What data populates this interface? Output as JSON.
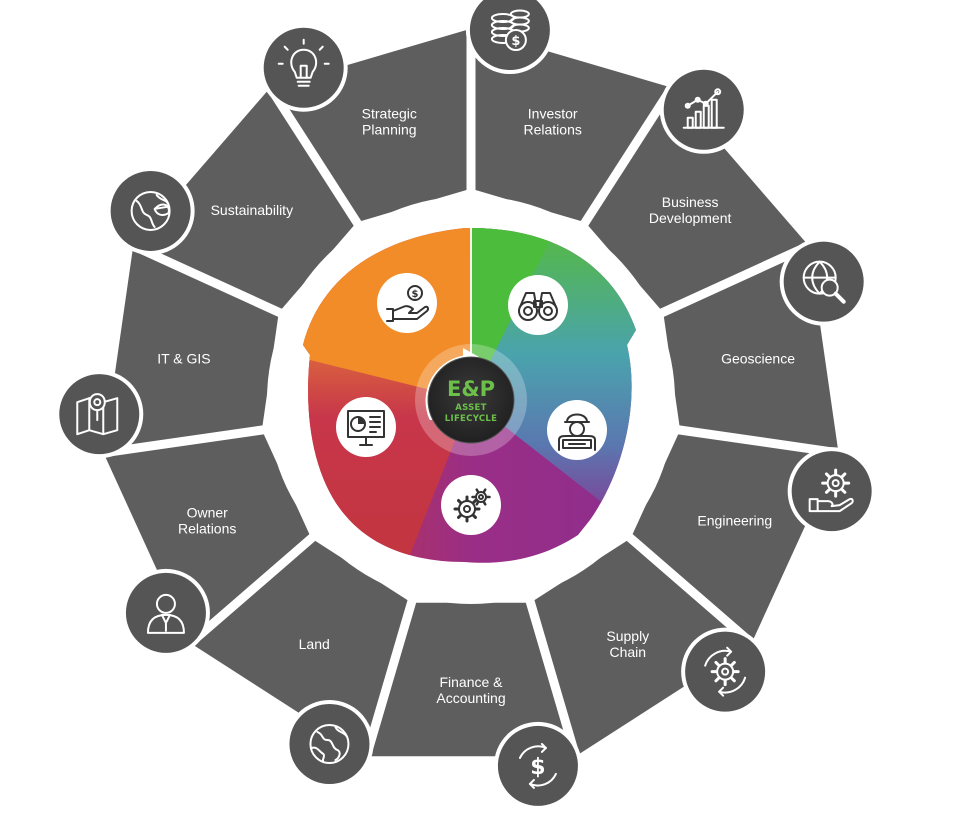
{
  "diagram": {
    "hub": {
      "title": "E&P",
      "subtitle_line1": "ASSET",
      "subtitle_line2": "LIFECYCLE",
      "title_color": "#6cc04a",
      "subtitle_color": "#6cc04a"
    },
    "colors": {
      "segment": "#5e5e5e",
      "badge": "#555555",
      "badge_ring": "#ffffff",
      "inner_orange": "#f28c28",
      "inner_green": "#4cbc3c",
      "inner_teal": "#4aa0b0",
      "inner_purple": "#8e2d8c",
      "inner_red": "#c0353f",
      "hub_dark": "#2b2b2b"
    },
    "segments": [
      {
        "id": "strategic-planning",
        "lines": [
          "Strategic",
          "Planning"
        ],
        "icon": "lightbulb-icon"
      },
      {
        "id": "investor-relations",
        "lines": [
          "Investor",
          "Relations"
        ],
        "icon": "coins-dollar-icon"
      },
      {
        "id": "business-development",
        "lines": [
          "Business",
          "Development"
        ],
        "icon": "bar-chart-growth-icon"
      },
      {
        "id": "geoscience",
        "lines": [
          "Geoscience"
        ],
        "icon": "globe-magnifier-icon"
      },
      {
        "id": "engineering",
        "lines": [
          "Engineering"
        ],
        "icon": "gear-hand-icon"
      },
      {
        "id": "supply-chain",
        "lines": [
          "Supply",
          "Chain"
        ],
        "icon": "gear-cycle-icon"
      },
      {
        "id": "finance-accounting",
        "lines": [
          "Finance &",
          "Accounting"
        ],
        "icon": "dollar-cycle-icon"
      },
      {
        "id": "land",
        "lines": [
          "Land"
        ],
        "icon": "earth-icon"
      },
      {
        "id": "owner-relations",
        "lines": [
          "Owner",
          "Relations"
        ],
        "icon": "person-icon"
      },
      {
        "id": "it-gis",
        "lines": [
          "IT & GIS"
        ],
        "icon": "map-pin-icon"
      },
      {
        "id": "sustainability",
        "lines": [
          "Sustainability"
        ],
        "icon": "globe-leaf-icon"
      }
    ],
    "inner_stages": [
      {
        "id": "acquire",
        "icon": "hand-money-icon"
      },
      {
        "id": "explore",
        "icon": "binoculars-icon"
      },
      {
        "id": "develop",
        "icon": "engineer-icon"
      },
      {
        "id": "produce",
        "icon": "gears-icon"
      },
      {
        "id": "analyze",
        "icon": "monitor-chart-icon"
      }
    ]
  }
}
